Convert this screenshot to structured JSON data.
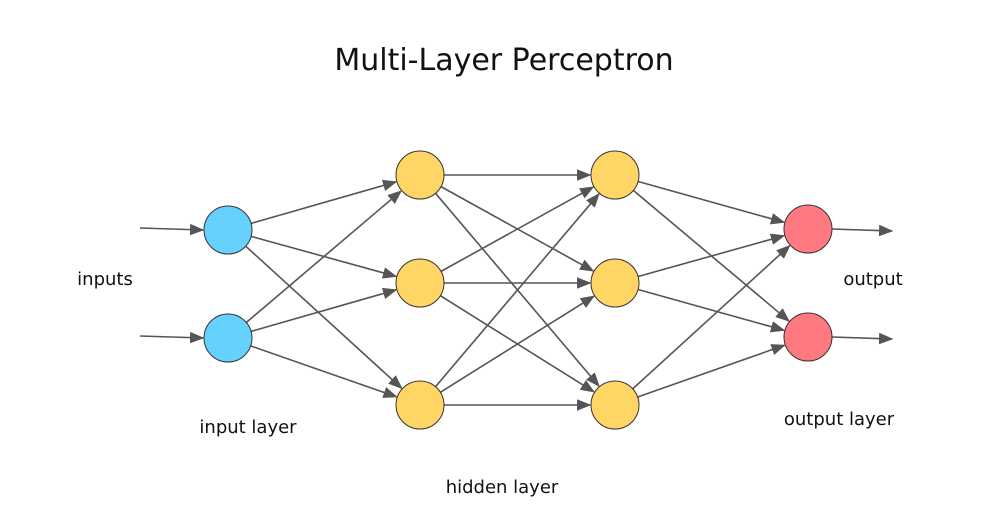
{
  "title": "Multi-Layer Perceptron",
  "labels": {
    "inputs": "inputs",
    "output": "output",
    "input_layer": "input layer",
    "hidden_layer": "hidden layer",
    "output_layer": "output layer"
  },
  "colors": {
    "input_node": "#66d1ff",
    "hidden_node": "#ffd666",
    "output_node": "#ff7a80",
    "node_stroke": "#333333",
    "edge": "#555555"
  },
  "layers": [
    {
      "name": "input",
      "nodes": 2
    },
    {
      "name": "hidden-1",
      "nodes": 3
    },
    {
      "name": "hidden-2",
      "nodes": 3
    },
    {
      "name": "output",
      "nodes": 2
    }
  ]
}
